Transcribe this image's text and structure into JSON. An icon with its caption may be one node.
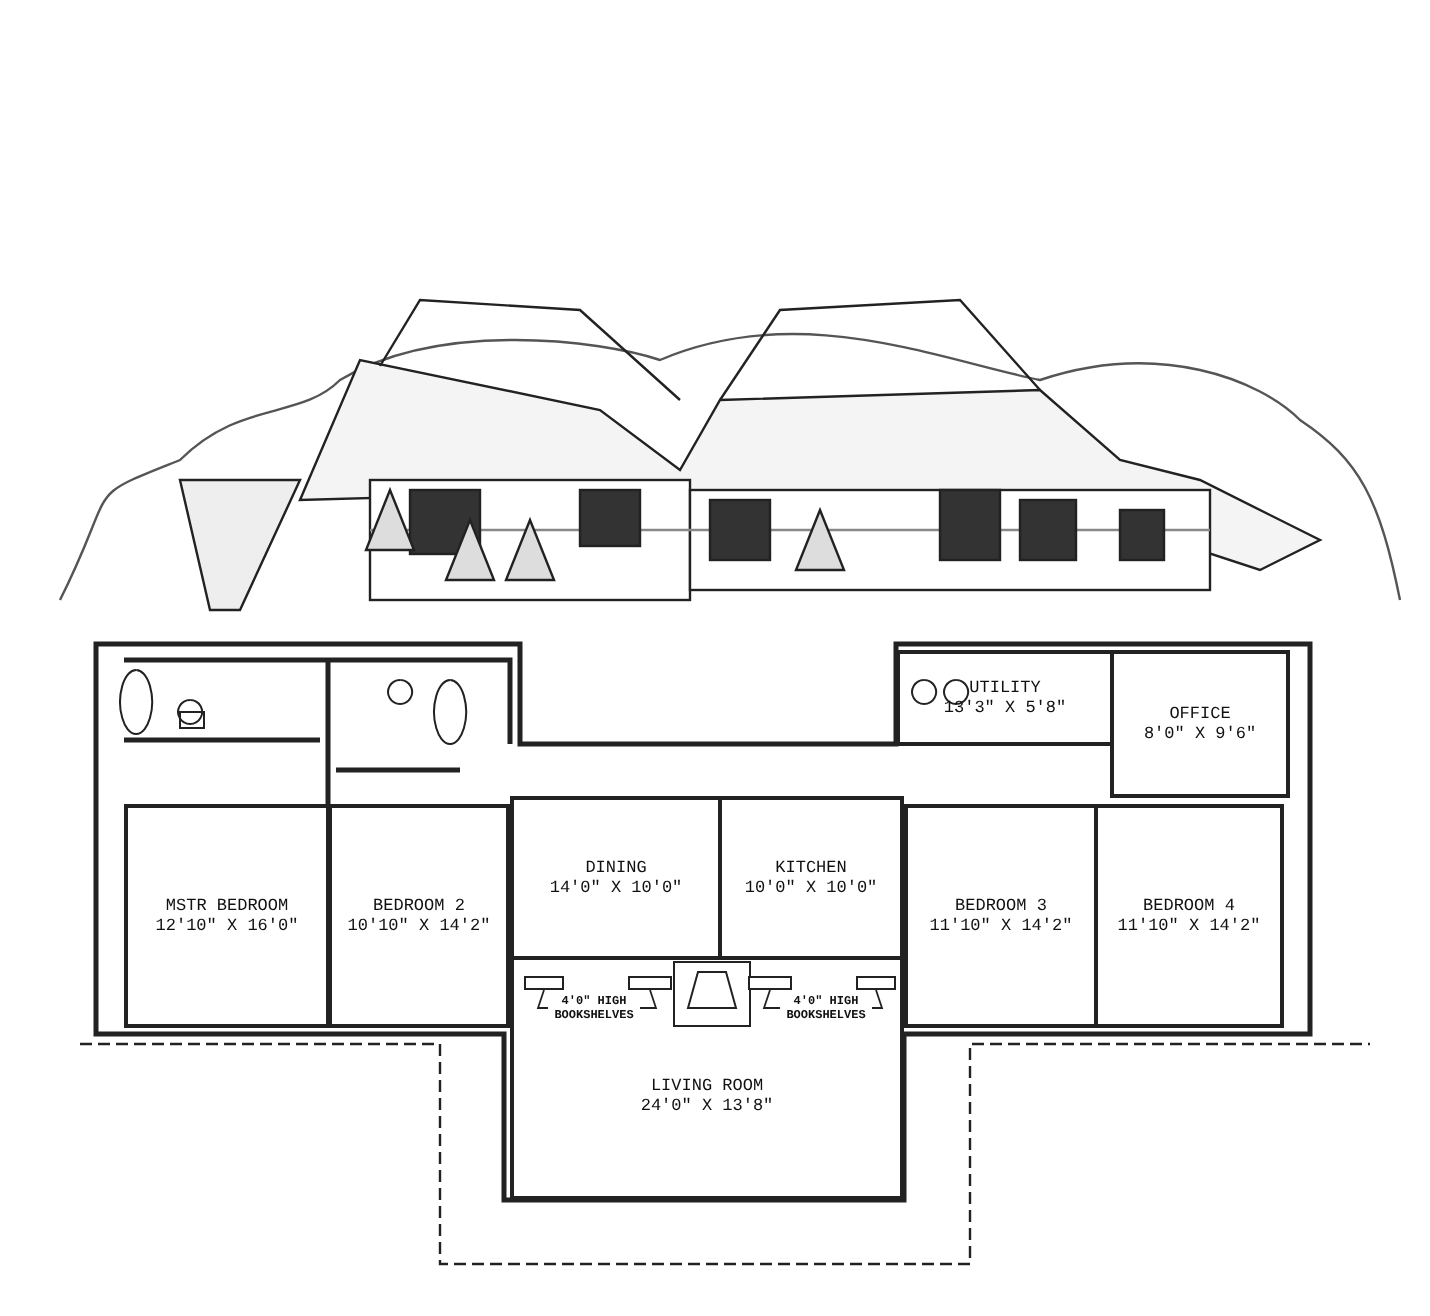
{
  "diagram": {
    "nodes": [
      {
        "text": [
          "MSTR BEDROOM",
          "12'10\" X 16'0\""
        ]
      },
      {
        "text": [
          "BEDROOM 2",
          "10'10\" X 14'2\""
        ]
      },
      {
        "text": [
          "DINING",
          "14'0\" X 10'0\""
        ]
      },
      {
        "text": [
          "KITCHEN",
          "10'0\" X 10'0\""
        ]
      },
      {
        "text": [
          "BEDROOM 3",
          "11'10\" X 14'2\""
        ]
      },
      {
        "text": [
          "BEDROOM 4",
          "11'10\" X 14'2\""
        ]
      },
      {
        "text": [
          "UTILITY",
          "13'3\" X 5'8\""
        ]
      },
      {
        "text": [
          "OFFICE",
          "8'0\" X 9'6\""
        ]
      },
      {
        "text": [
          "LIVING ROOM",
          "24'0\" X 13'8\""
        ]
      },
      {
        "text": [
          "4'0\" HIGH BOOKSHELVES"
        ],
        "in": 8
      },
      {
        "text": [],
        "shape": "box",
        "in": 8
      },
      {
        "text": [],
        "shape": "box",
        "in": 8
      },
      {
        "text": [
          "4'0\" HIGH BOOKSHELVES"
        ],
        "in": 8
      },
      {
        "text": [],
        "shape": "box",
        "in": 8
      },
      {
        "text": [],
        "shape": "box",
        "in": 8
      }
    ],
    "edges": [
      {
        "from": 9,
        "to": 10,
        "arrow": "none"
      },
      {
        "from": 9,
        "to": 11,
        "arrow": "none"
      },
      {
        "from": 12,
        "to": 13,
        "arrow": "none"
      },
      {
        "from": 12,
        "to": 14,
        "arrow": "none"
      }
    ]
  }
}
